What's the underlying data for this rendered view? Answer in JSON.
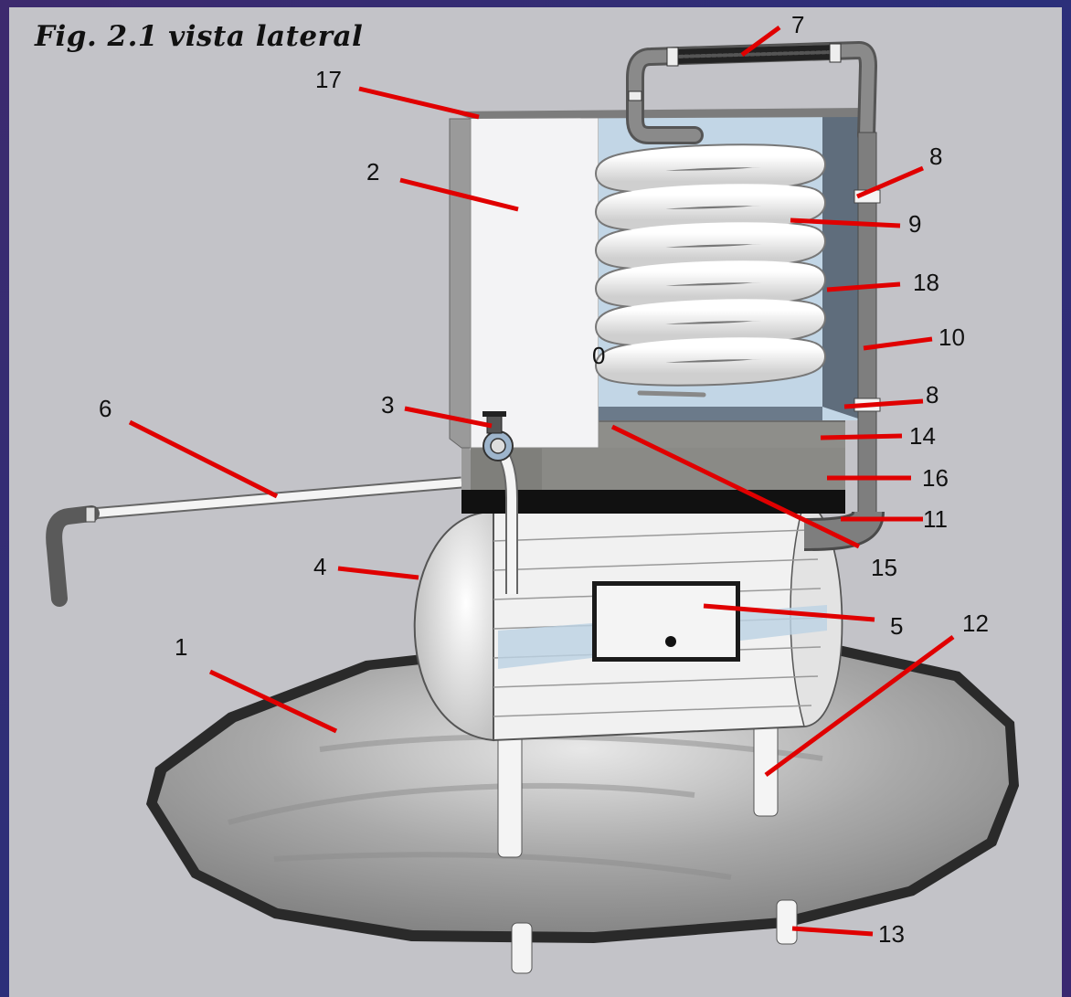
{
  "title": "Fig. 2.1 vista lateral",
  "dial_mark": "0",
  "colors": {
    "leader": "#e00000",
    "background": "#c3c3c8",
    "frame": "#2f2d78"
  },
  "labels": [
    "1",
    "2",
    "3",
    "4",
    "5",
    "6",
    "7",
    "8",
    "8",
    "9",
    "10",
    "11",
    "12",
    "13",
    "14",
    "15",
    "16",
    "17",
    "18"
  ]
}
